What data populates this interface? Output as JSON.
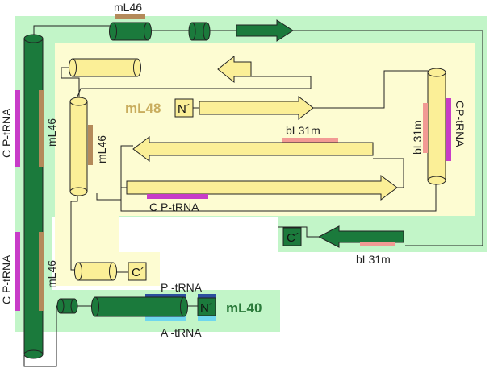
{
  "colors": {
    "green_bg": "#c2f5c8",
    "yellow_bg": "#fdfcd2",
    "dark_green": "#1b7a3c",
    "yellow": "#fbef97",
    "brown": "#b48a5a",
    "magenta": "#c83cc8",
    "salmon": "#f29a94",
    "navy": "#2c4f9e",
    "cyan": "#6fd6ee",
    "mL40_text": "#2a7a3a",
    "mL48_text": "#c9ad5e"
  },
  "labels": {
    "mL46_top": "mL46",
    "mL46_left_upper": "mL46",
    "mL46_left_lower": "mL46",
    "mL46_inner": "mL46",
    "cp_trna_left_upper": "C P-tRNA",
    "cp_trna_left_lower": "C P-tRNA",
    "cp_trna_right": "CP-tRNA",
    "cp_trna_bottom": "C P-tRNA",
    "bL31m_mid": "bL31m",
    "bL31m_right": "bL31m",
    "bL31m_bottom": "bL31m",
    "mL48": "mL48",
    "mL40": "mL40",
    "p_trna": "P -tRNA",
    "a_trna": "A -tRNA",
    "n_term_mL48": "N´",
    "n_term_mL40": "N´",
    "c_term_mL48": "C´",
    "c_term_mL40": "C´"
  }
}
